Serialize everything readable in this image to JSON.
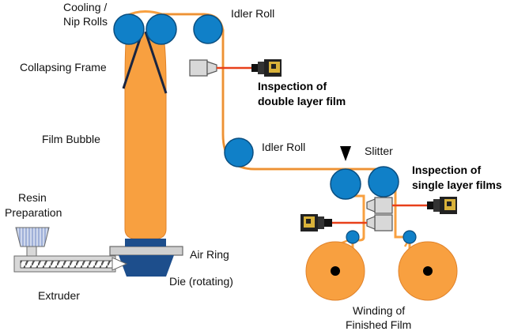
{
  "labels": {
    "cooling_nip_1": "Cooling /",
    "cooling_nip_2": "Nip Rolls",
    "idler_roll_top": "Idler Roll",
    "collapsing_frame": "Collapsing Frame",
    "inspection_double_1": "Inspection of",
    "inspection_double_2": "double layer film",
    "film_bubble": "Film Bubble",
    "idler_roll_mid": "Idler Roll",
    "slitter": "Slitter",
    "inspection_single_1": "Inspection of",
    "inspection_single_2": "single layer films",
    "resin_1": "Resin",
    "resin_2": "Preparation",
    "air_ring": "Air Ring",
    "die": "Die (rotating)",
    "extruder": "Extruder",
    "winding_1": "Winding of",
    "winding_2": "Finished Film"
  },
  "colors": {
    "film": "#F8A040",
    "film_dark": "#E0822A",
    "roll": "#1080C8",
    "roll_stroke": "#0A4E80",
    "die": "#1D4E8C",
    "laser": "#E8401A",
    "inspection_light": "#D8D8D8"
  },
  "icons": [
    "camera-icon",
    "light-source-icon",
    "slitter-blade-icon",
    "hopper-icon",
    "screw-icon"
  ]
}
